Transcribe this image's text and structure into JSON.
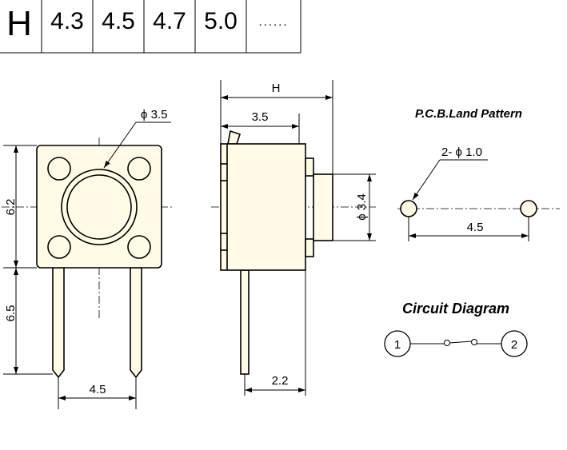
{
  "height_table": {
    "label": "H",
    "values": [
      "4.3",
      "4.5",
      "4.7",
      "5.0",
      "......"
    ]
  },
  "front_view": {
    "cap_diameter": "ϕ 3.5",
    "body_height": "6.2",
    "pin_length": "6.5",
    "pin_spacing": "4.5"
  },
  "side_view": {
    "height": "H",
    "body_depth": "3.5",
    "actuator_diameter": "ϕ 3.4",
    "pin_offset": "2.2"
  },
  "pcb": {
    "title": "P.C.B.Land Pattern",
    "hole_label": "2- ϕ 1.0",
    "spacing": "4.5"
  },
  "circuit": {
    "title": "Circuit Diagram",
    "pin1": "1",
    "pin2": "2"
  }
}
